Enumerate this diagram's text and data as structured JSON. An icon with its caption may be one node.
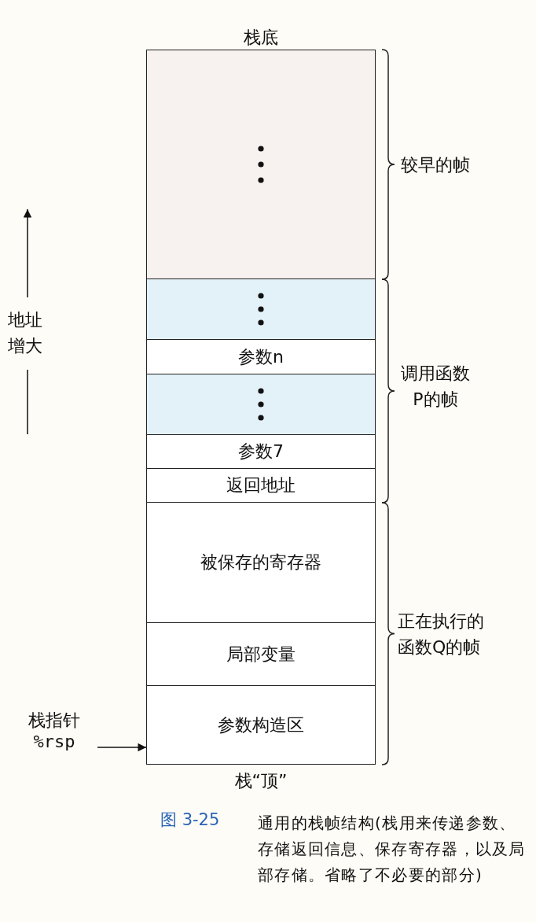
{
  "diagram": {
    "caption": "通用的栈帧结构(栈用来传递参数、存储返回信息、保存寄存器，以及局部存储。省略了不必要的部分)",
    "nodes": [
      {
        "text": [],
        "shape": "box",
        "beside": [
          "栈底"
        ]
      },
      {
        "text": [],
        "shape": "box"
      },
      {
        "text": [
          "参数n"
        ]
      },
      {
        "text": [],
        "shape": "box"
      },
      {
        "text": [
          "参数7"
        ]
      },
      {
        "text": [
          "返回地址"
        ]
      },
      {
        "text": [
          "被保存的寄存器"
        ]
      },
      {
        "text": [
          "局部变量"
        ]
      },
      {
        "text": [
          "参数构造区"
        ],
        "beside": [
          "栈“顶”"
        ]
      },
      {
        "text": [
          "栈指针",
          "%rsp"
        ]
      }
    ],
    "edges": [
      {
        "from": 9,
        "to": 8,
        "arrow": "to"
      }
    ],
    "labels": [
      "较早的帧",
      "地址增大",
      "调用函数P的帧",
      "正在执行的函数Q的帧",
      "图 3-25"
    ]
  }
}
